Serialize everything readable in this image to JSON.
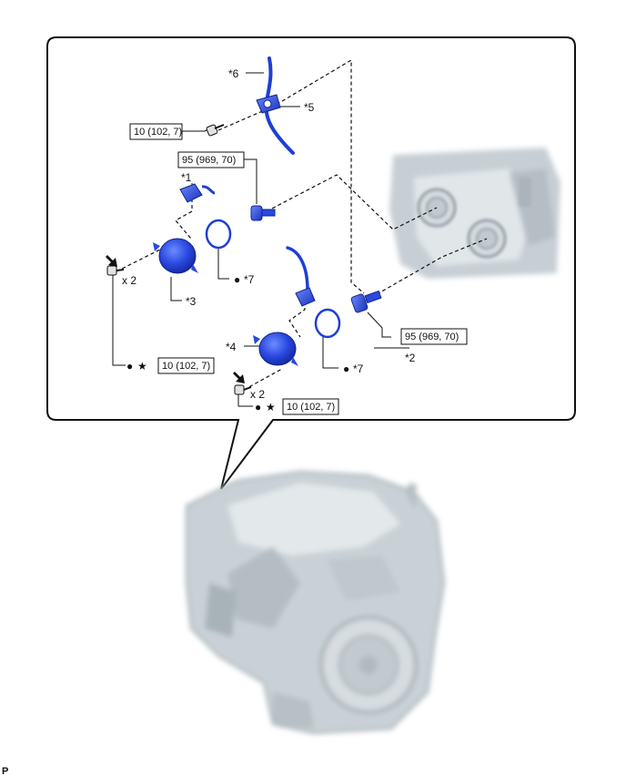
{
  "callouts": {
    "c1": "*1",
    "c2": "*2",
    "c3": "*3",
    "c4": "*4",
    "c5": "*5",
    "c6": "*6",
    "c7a": "*7",
    "c7b": "*7"
  },
  "torques": {
    "t_bracket_bolt": "10 (102, 7)",
    "t_union_bolt_upper": "95 (969, 70)",
    "t_union_bolt_lower": "95 (969, 70)",
    "t_left_bolts": "10 (102, 7)",
    "t_lower_bolts": "10 (102, 7)"
  },
  "quantities": {
    "left_bolts": "x 2",
    "lower_bolts": "x 2"
  },
  "symbols": {
    "non_reusable": "●",
    "precoated": "★"
  },
  "icons": {
    "new_part": "black-dot-icon",
    "precoated": "star-icon",
    "tighten": "bold-arrow-icon"
  },
  "colors": {
    "part_blue": "#1e3fd6",
    "part_blue_light": "#4a70ff",
    "engine_gray": "#c9d1d6",
    "frame": "#111111"
  },
  "corner_mark": "P"
}
